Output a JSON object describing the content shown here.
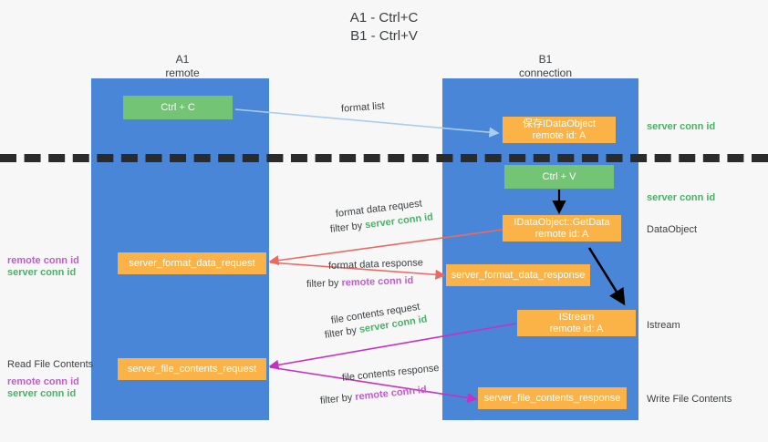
{
  "title": {
    "line1": "A1 - Ctrl+C",
    "line2": "B1 - Ctrl+V"
  },
  "columns": {
    "left": {
      "name": "A1",
      "role": "remote"
    },
    "right": {
      "name": "B1",
      "role": "connection"
    }
  },
  "nodes": {
    "ctrl_c": {
      "label": "Ctrl + C"
    },
    "ctrl_v": {
      "label": "Ctrl + V"
    },
    "save_idataobject": {
      "line1": "保存IDataObject",
      "line2": "remote id: A"
    },
    "getdata": {
      "line1": "IDataObject::GetData",
      "line2": "remote id: A"
    },
    "istream": {
      "line1": "IStream",
      "line2": "remote id: A"
    },
    "server_format_data_request": {
      "label": "server_format_data_request"
    },
    "server_format_data_response": {
      "label": "server_format_data_response"
    },
    "server_file_contents_request": {
      "label": "server_file_contents_request"
    },
    "server_file_contents_response": {
      "label": "server_file_contents_response"
    }
  },
  "right_labels": {
    "server_conn_id_1": "server conn id",
    "server_conn_id_2": "server conn id",
    "dataobject": "DataObject",
    "istream": "Istream",
    "write_file_contents": "Write File Contents"
  },
  "left_labels": {
    "remote_conn_id_1": "remote conn id",
    "server_conn_id_1": "server conn id",
    "read_file_contents": "Read File Contents",
    "remote_conn_id_2": "remote conn id",
    "server_conn_id_2": "server conn id"
  },
  "arrow_labels": {
    "format_list": "format list",
    "format_data_request": "format data request",
    "format_data_request_filter_prefix": "filter by ",
    "format_data_request_filter_value": "server conn id",
    "format_data_response": "format data response",
    "format_data_response_filter_prefix": "filter by ",
    "format_data_response_filter_value": "remote conn id",
    "file_contents_request": "file contents request",
    "file_contents_request_filter_prefix": "filter by ",
    "file_contents_request_filter_value": "server conn id",
    "file_contents_response": "file contents response",
    "file_contents_response_filter_prefix": "filter by ",
    "file_contents_response_filter_value": "remote conn id"
  },
  "colors": {
    "lane": "#4a86d8",
    "green_node": "#74c476",
    "orange_node": "#fbb246",
    "green_text": "#49b265",
    "purple_text": "#c25bd0",
    "red_arrow": "#ea6a62",
    "magenta_arrow": "#c431c4",
    "light_blue_arrow": "#a8cdee",
    "black_arrow": "#000000",
    "divider": "#2b2b2b",
    "background": "#f7f7f7"
  }
}
